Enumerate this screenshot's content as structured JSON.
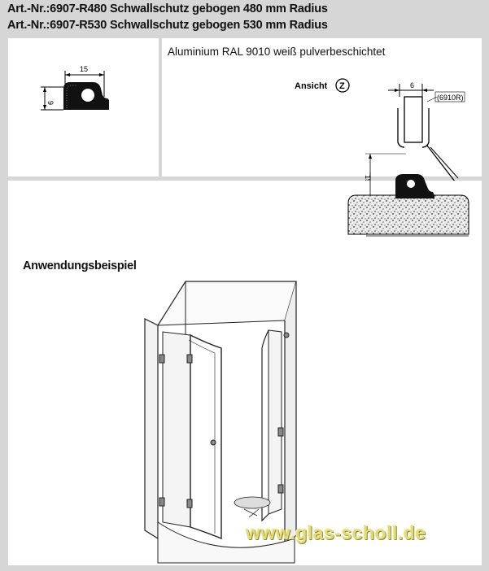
{
  "header": {
    "line1": "Art.-Nr.:6907-R480 Schwallschutz gebogen 480 mm Radius",
    "line2": "Art.-Nr.:6907-R530 Schwallschutz gebogen 530 mm Radius"
  },
  "profile": {
    "width_dim": "15",
    "height_dim": "9"
  },
  "detail": {
    "material": "Aluminium RAL 9010 weiß pulverbeschichtet",
    "view_label": "Ansicht",
    "view_letter": "Z",
    "dim_top": "6",
    "dim_side": "19",
    "part_ref": "(6910R)"
  },
  "application": {
    "title": "Anwendungsbeispiel",
    "watermark": "www.glas-scholl.de"
  }
}
